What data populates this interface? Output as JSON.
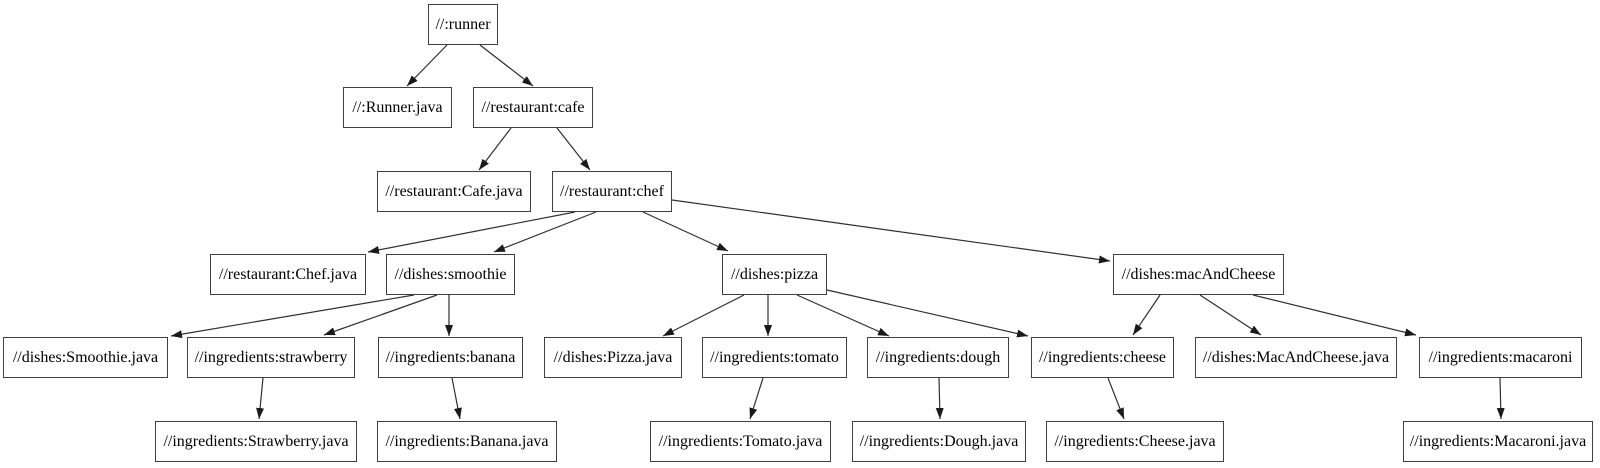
{
  "diagram": {
    "type": "build-dependency-graph",
    "background_color": "#ffffff",
    "box_border_color": "#404040",
    "edge_color": "#303030",
    "text_color": "#000000",
    "nodes": [
      {
        "id": "runner",
        "label": "//:runner"
      },
      {
        "id": "runner-java",
        "label": "//:Runner.java"
      },
      {
        "id": "cafe",
        "label": "//restaurant:cafe"
      },
      {
        "id": "cafe-java",
        "label": "//restaurant:Cafe.java"
      },
      {
        "id": "chef",
        "label": "//restaurant:chef"
      },
      {
        "id": "chef-java",
        "label": "//restaurant:Chef.java"
      },
      {
        "id": "smoothie",
        "label": "//dishes:smoothie"
      },
      {
        "id": "pizza",
        "label": "//dishes:pizza"
      },
      {
        "id": "mac-and-cheese",
        "label": "//dishes:macAndCheese"
      },
      {
        "id": "smoothie-java",
        "label": "//dishes:Smoothie.java"
      },
      {
        "id": "strawberry",
        "label": "//ingredients:strawberry"
      },
      {
        "id": "banana",
        "label": "//ingredients:banana"
      },
      {
        "id": "pizza-java",
        "label": "//dishes:Pizza.java"
      },
      {
        "id": "tomato",
        "label": "//ingredients:tomato"
      },
      {
        "id": "dough",
        "label": "//ingredients:dough"
      },
      {
        "id": "cheese",
        "label": "//ingredients:cheese"
      },
      {
        "id": "mac-and-cheese-java",
        "label": "//dishes:MacAndCheese.java"
      },
      {
        "id": "macaroni",
        "label": "//ingredients:macaroni"
      },
      {
        "id": "strawberry-java",
        "label": "//ingredients:Strawberry.java"
      },
      {
        "id": "banana-java",
        "label": "//ingredients:Banana.java"
      },
      {
        "id": "tomato-java",
        "label": "//ingredients:Tomato.java"
      },
      {
        "id": "dough-java",
        "label": "//ingredients:Dough.java"
      },
      {
        "id": "cheese-java",
        "label": "//ingredients:Cheese.java"
      },
      {
        "id": "macaroni-java",
        "label": "//ingredients:Macaroni.java"
      }
    ],
    "edges": [
      {
        "from": "//:runner",
        "to": "//:Runner.java"
      },
      {
        "from": "//:runner",
        "to": "//restaurant:cafe"
      },
      {
        "from": "//restaurant:cafe",
        "to": "//restaurant:Cafe.java"
      },
      {
        "from": "//restaurant:cafe",
        "to": "//restaurant:chef"
      },
      {
        "from": "//restaurant:chef",
        "to": "//restaurant:Chef.java"
      },
      {
        "from": "//restaurant:chef",
        "to": "//dishes:smoothie"
      },
      {
        "from": "//restaurant:chef",
        "to": "//dishes:pizza"
      },
      {
        "from": "//restaurant:chef",
        "to": "//dishes:macAndCheese"
      },
      {
        "from": "//dishes:smoothie",
        "to": "//dishes:Smoothie.java"
      },
      {
        "from": "//dishes:smoothie",
        "to": "//ingredients:strawberry"
      },
      {
        "from": "//dishes:smoothie",
        "to": "//ingredients:banana"
      },
      {
        "from": "//ingredients:strawberry",
        "to": "//ingredients:Strawberry.java"
      },
      {
        "from": "//ingredients:banana",
        "to": "//ingredients:Banana.java"
      },
      {
        "from": "//dishes:pizza",
        "to": "//dishes:Pizza.java"
      },
      {
        "from": "//dishes:pizza",
        "to": "//ingredients:tomato"
      },
      {
        "from": "//dishes:pizza",
        "to": "//ingredients:dough"
      },
      {
        "from": "//dishes:pizza",
        "to": "//ingredients:cheese"
      },
      {
        "from": "//ingredients:tomato",
        "to": "//ingredients:Tomato.java"
      },
      {
        "from": "//ingredients:dough",
        "to": "//ingredients:Dough.java"
      },
      {
        "from": "//ingredients:cheese",
        "to": "//ingredients:Cheese.java"
      },
      {
        "from": "//dishes:macAndCheese",
        "to": "//ingredients:cheese"
      },
      {
        "from": "//dishes:macAndCheese",
        "to": "//dishes:MacAndCheese.java"
      },
      {
        "from": "//dishes:macAndCheese",
        "to": "//ingredients:macaroni"
      },
      {
        "from": "//ingredients:macaroni",
        "to": "//ingredients:Macaroni.java"
      }
    ]
  }
}
